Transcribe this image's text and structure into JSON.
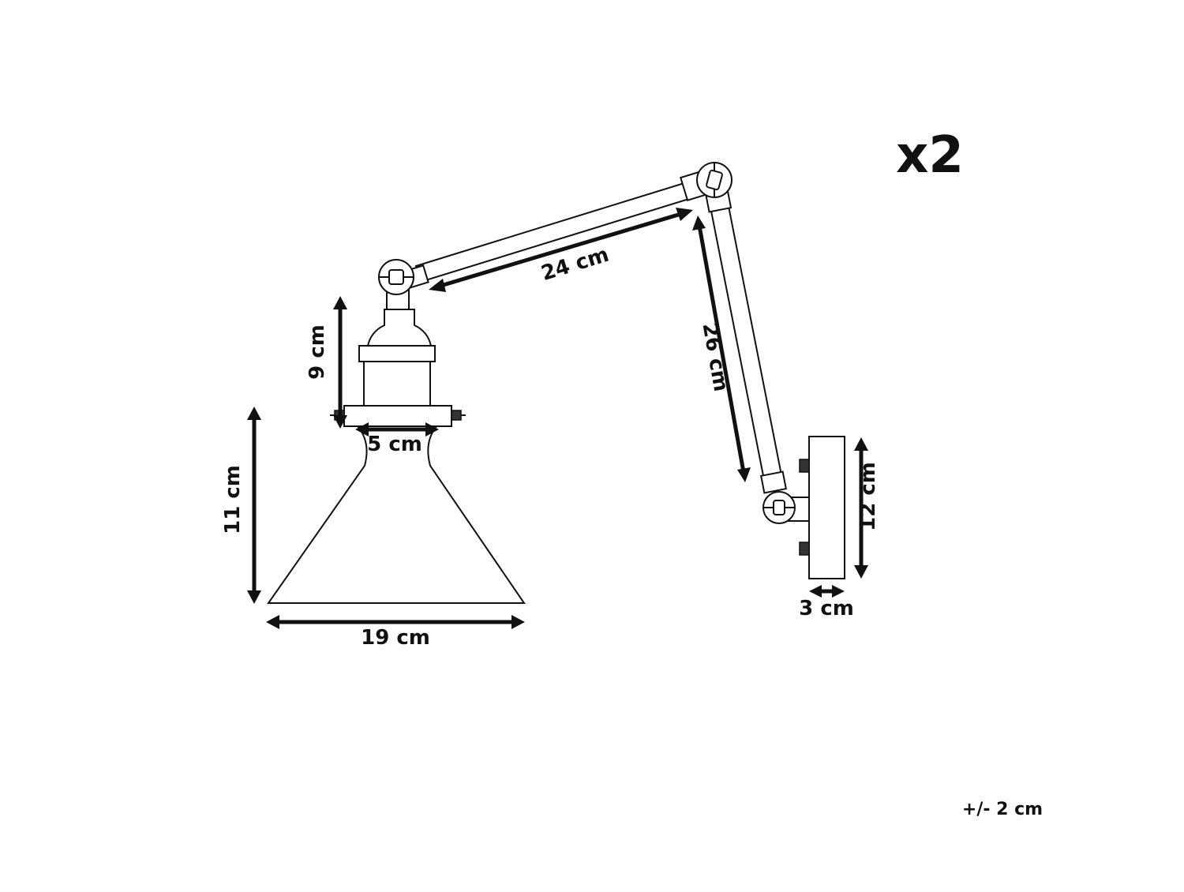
{
  "quantity_label": "x2",
  "tolerance_label": "+/- 2 cm",
  "dimensions": {
    "arm_upper": "24 cm",
    "arm_lower": "26 cm",
    "socket_height": "9 cm",
    "socket_width": "5 cm",
    "shade_height": "11 cm",
    "shade_width": "19 cm",
    "base_height": "12 cm",
    "base_depth": "3 cm"
  }
}
